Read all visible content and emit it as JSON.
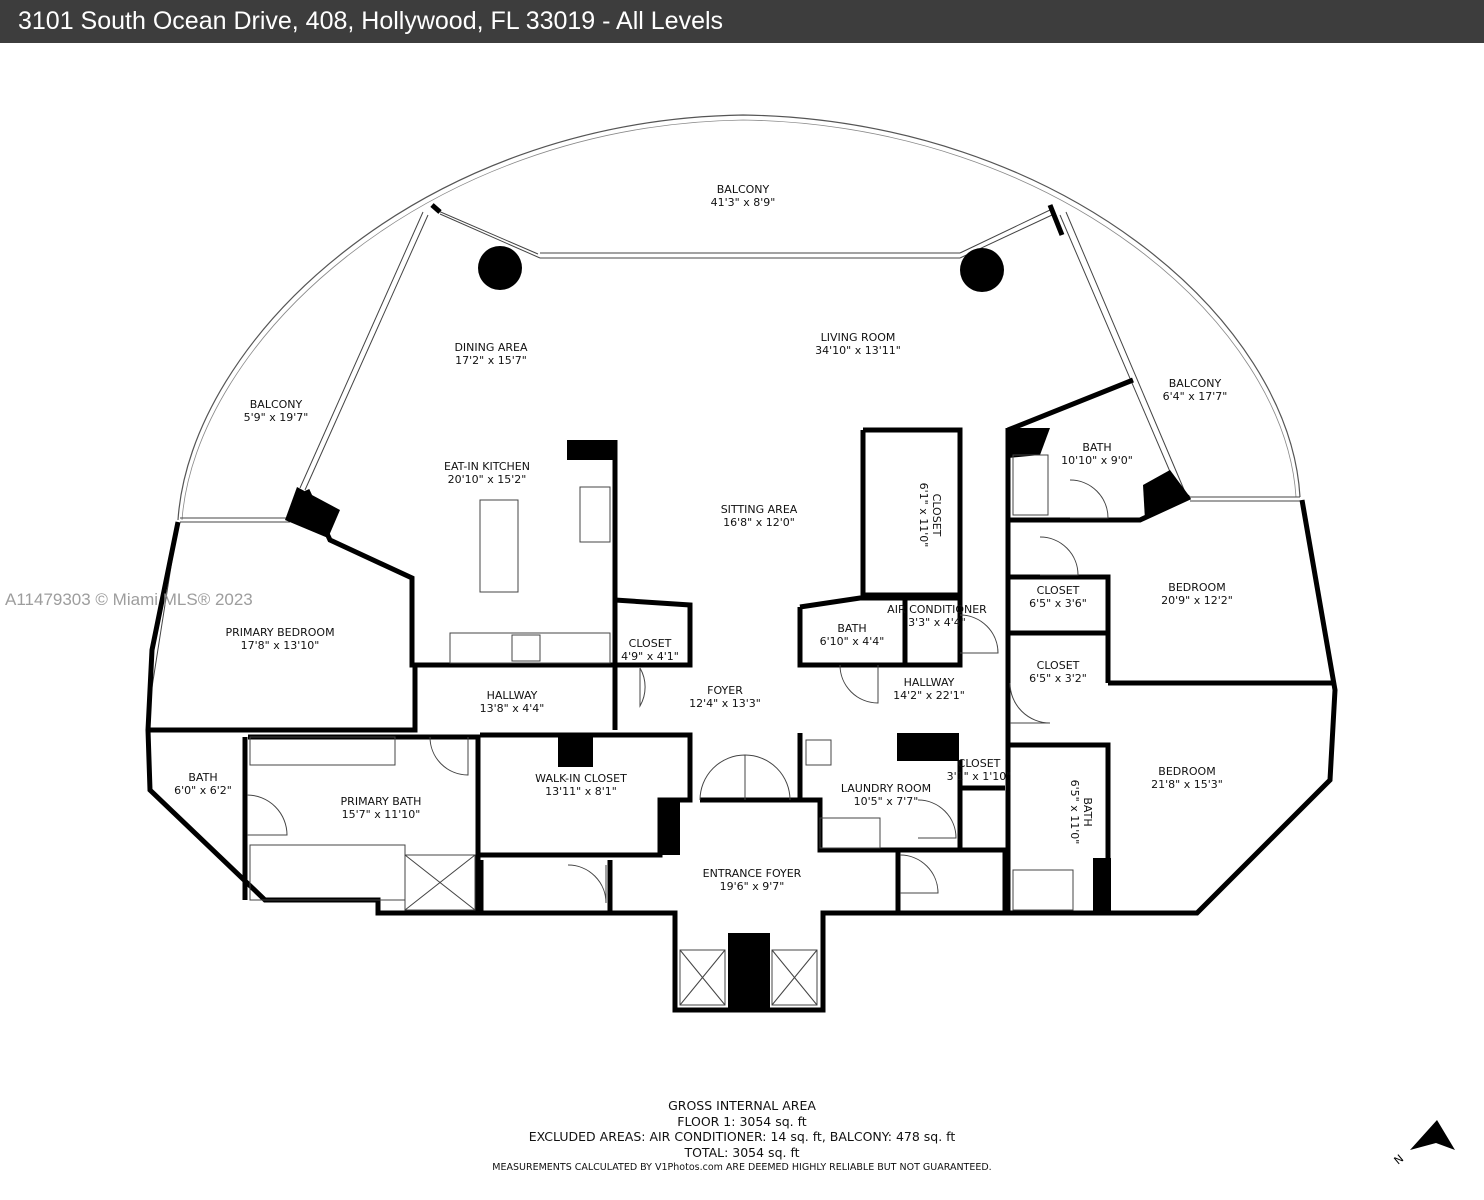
{
  "title": "3101 South Ocean Drive, 408, Hollywood, FL 33019 - All Levels",
  "watermark": "A11479303 © Miami MLS® 2023",
  "rooms": [
    {
      "name": "BALCONY",
      "dims": "41'3\" x 8'9\""
    },
    {
      "name": "DINING AREA",
      "dims": "17'2\" x 15'7\""
    },
    {
      "name": "LIVING ROOM",
      "dims": "34'10\" x 13'11\""
    },
    {
      "name": "BALCONY",
      "dims": "6'4\" x 17'7\""
    },
    {
      "name": "BALCONY",
      "dims": "5'9\" x 19'7\""
    },
    {
      "name": "BATH",
      "dims": "10'10\" x 9'0\""
    },
    {
      "name": "EAT-IN KITCHEN",
      "dims": "20'10\" x 15'2\""
    },
    {
      "name": "SITTING AREA",
      "dims": "16'8\" x 12'0\""
    },
    {
      "name": "CLOSET",
      "dims": "6'1\" x 11'0\""
    },
    {
      "name": "BEDROOM",
      "dims": "20'9\" x 12'2\""
    },
    {
      "name": "CLOSET",
      "dims": "6'5\" x 3'6\""
    },
    {
      "name": "AIR CONDITIONER",
      "dims": "3'3\" x 4'4\""
    },
    {
      "name": "BATH",
      "dims": "6'10\" x 4'4\""
    },
    {
      "name": "PRIMARY BEDROOM",
      "dims": "17'8\" x 13'10\""
    },
    {
      "name": "CLOSET",
      "dims": "4'9\" x 4'1\""
    },
    {
      "name": "CLOSET",
      "dims": "6'5\" x 3'2\""
    },
    {
      "name": "HALLWAY",
      "dims": "14'2\" x 22'1\""
    },
    {
      "name": "FOYER",
      "dims": "12'4\" x 13'3\""
    },
    {
      "name": "HALLWAY",
      "dims": "13'8\" x 4'4\""
    },
    {
      "name": "CLOSET",
      "dims": "3'1\" x 1'10\""
    },
    {
      "name": "BEDROOM",
      "dims": "21'8\" x 15'3\""
    },
    {
      "name": "BATH",
      "dims": "6'0\" x 6'2\""
    },
    {
      "name": "WALK-IN CLOSET",
      "dims": "13'11\" x 8'1\""
    },
    {
      "name": "LAUNDRY ROOM",
      "dims": "10'5\" x 7'7\""
    },
    {
      "name": "PRIMARY BATH",
      "dims": "15'7\" x 11'10\""
    },
    {
      "name": "BATH",
      "dims": "6'5\" x 11'0\""
    },
    {
      "name": "ENTRANCE FOYER",
      "dims": "19'6\" x 9'7\""
    }
  ],
  "footer": {
    "heading": "GROSS INTERNAL AREA",
    "floor": "FLOOR 1: 3054 sq. ft",
    "excluded": "EXCLUDED AREAS: AIR CONDITIONER: 14 sq. ft, BALCONY: 478 sq. ft",
    "total": "TOTAL: 3054 sq. ft",
    "disclaimer": "MEASUREMENTS CALCULATED BY V1Photos.com ARE DEEMED HIGHLY RELIABLE BUT NOT GUARANTEED."
  },
  "compass": {
    "icon": "north-arrow-icon",
    "label": "N"
  },
  "colors": {
    "titlebar": "#3d3d3d",
    "walls": "#000000"
  }
}
